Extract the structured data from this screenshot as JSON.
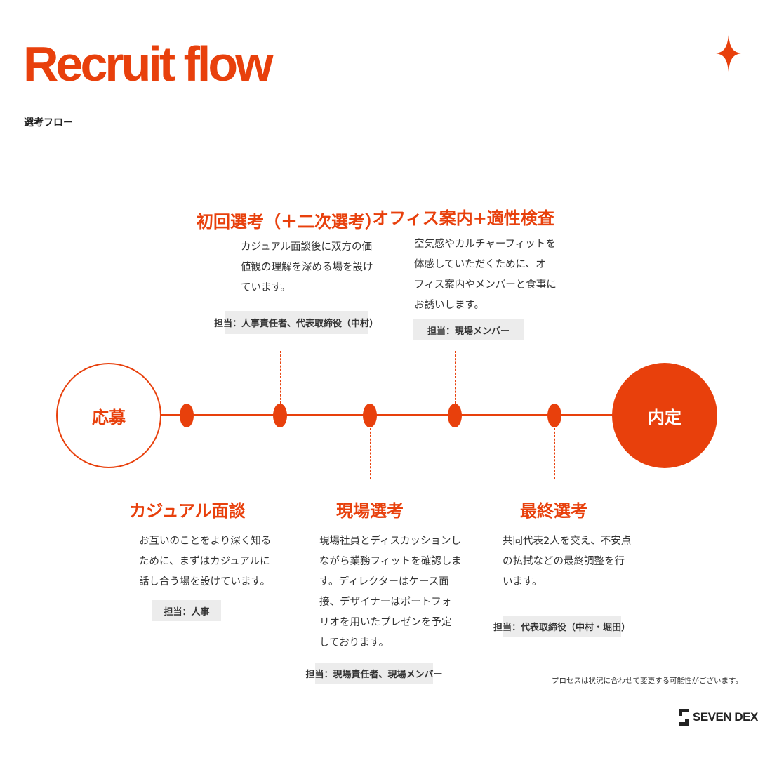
{
  "header": {
    "title": "Recruit flow",
    "subtitle": "選考フロー"
  },
  "colors": {
    "accent": "#e8400c",
    "badge_bg": "#ececec"
  },
  "timeline": {
    "start": "応募",
    "end": "内定"
  },
  "steps": [
    {
      "title": "カジュアル面談",
      "body": "お互いのことをより深く知る\nために、まずはカジュアルに\n話し合う場を設けています。",
      "owner": "担当：人事"
    },
    {
      "title": "初回選考（＋二次選考）",
      "body": "カジュアル面談後に双方の価\n値観の理解を深める場を設け\nています。",
      "owner": "担当：人事責任者、代表取締役（中村）"
    },
    {
      "title": "現場選考",
      "body": "現場社員とディスカッションし\nながら業務フィットを確認しま\nす。ディレクターはケース面\n接、デザイナーはポートフォ\nリオを用いたプレゼンを予定\nしております。",
      "owner": "担当：現場責任者、現場メンバー"
    },
    {
      "title": "オフィス案内+適性検査",
      "body": "空気感やカルチャーフィットを\n体感していただくために、オ\nフィス案内やメンバーと食事に\nお誘いします。",
      "owner": "担当：現場メンバー"
    },
    {
      "title": "最終選考",
      "body": "共同代表2人を交え、不安点\nの払拭などの最終調整を行\nいます。",
      "owner": "担当：代表取締役（中村・堀田）"
    }
  ],
  "footer": {
    "note": "プロセスは状況に合わせて変更する可能性がございます。",
    "logo": "SEVEN DEX"
  }
}
